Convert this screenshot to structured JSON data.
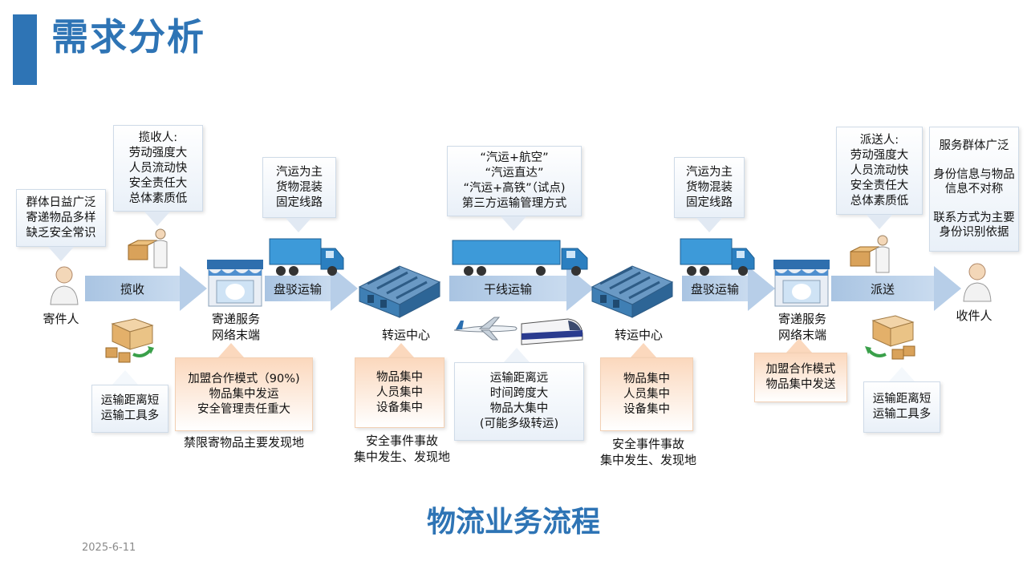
{
  "header": {
    "title": "需求分析"
  },
  "footer": {
    "title": "物流业务流程",
    "date": "2025-6-11"
  },
  "top_callouts": [
    {
      "id": "sender-notes",
      "text": "群体日益广泛\n寄递物品多样\n缺乏安全常识"
    },
    {
      "id": "collector-notes",
      "text": "揽收人:\n劳动强度大\n人员流动快\n安全责任大\n总体素质低"
    },
    {
      "id": "short-haul-1",
      "text": "汽运为主\n货物混装\n固定线路"
    },
    {
      "id": "trunk-modes",
      "text": "“汽运+航空”\n“汽运直达”\n“汽运+高铁”（试点)\n第三方运输管理方式"
    },
    {
      "id": "short-haul-2",
      "text": "汽运为主\n货物混装\n固定线路"
    },
    {
      "id": "courier-notes",
      "text": "派送人:\n劳动强度大\n人员流动快\n安全责任大\n总体素质低"
    },
    {
      "id": "receiver-notes",
      "text": "服务群体广泛\n\n身份信息与物品信息不对称\n\n联系方式为主要身份识别依据"
    }
  ],
  "flow_arrows": [
    {
      "id": "collect",
      "label": "揽收"
    },
    {
      "id": "short-transport-1",
      "label": "盘驳运输"
    },
    {
      "id": "trunk-transport",
      "label": "干线运输"
    },
    {
      "id": "short-transport-2",
      "label": "盘驳运输"
    },
    {
      "id": "deliver",
      "label": "派送"
    }
  ],
  "node_labels": {
    "sender": "寄件人",
    "terminal_1": "寄递服务\n网络末端",
    "hub_1": "转运中心",
    "hub_2": "转运中心",
    "terminal_2": "寄递服务\n网络末端",
    "receiver": "收件人"
  },
  "bottom_callouts": [
    {
      "id": "collect-transport",
      "text": "运输距离短\n运输工具多"
    },
    {
      "id": "franchise-1",
      "text": "加盟合作模式（90%)\n物品集中发运\n安全管理责任重大"
    },
    {
      "id": "hub-1-concentration",
      "text": "物品集中\n人员集中\n设备集中"
    },
    {
      "id": "trunk-characteristics",
      "text": "运输距离远\n时间跨度大\n物品大集中\n(可能多级转运)"
    },
    {
      "id": "hub-2-concentration",
      "text": "物品集中\n人员集中\n设备集中"
    },
    {
      "id": "franchise-2",
      "text": "加盟合作模式\n物品集中发送"
    },
    {
      "id": "deliver-transport",
      "text": "运输距离短\n运输工具多"
    }
  ],
  "notes": {
    "terminal_1": "禁限寄物品主要发现地",
    "hub_1": "安全事件事故\n集中发生、发现地",
    "hub_2": "安全事件事故\n集中发生、发现地"
  },
  "colors": {
    "accent": "#2e74b5",
    "arrow": "#b7cee8",
    "orange_fill": "#fbd8bd",
    "truck": "#3d9ad9",
    "warehouse": "#3f7fb4"
  },
  "icons": [
    "person-icon",
    "worker-with-boxes-icon",
    "store-icon",
    "truck-icon",
    "warehouse-icon",
    "airplane-icon",
    "train-icon",
    "van-with-boxes-icon"
  ]
}
